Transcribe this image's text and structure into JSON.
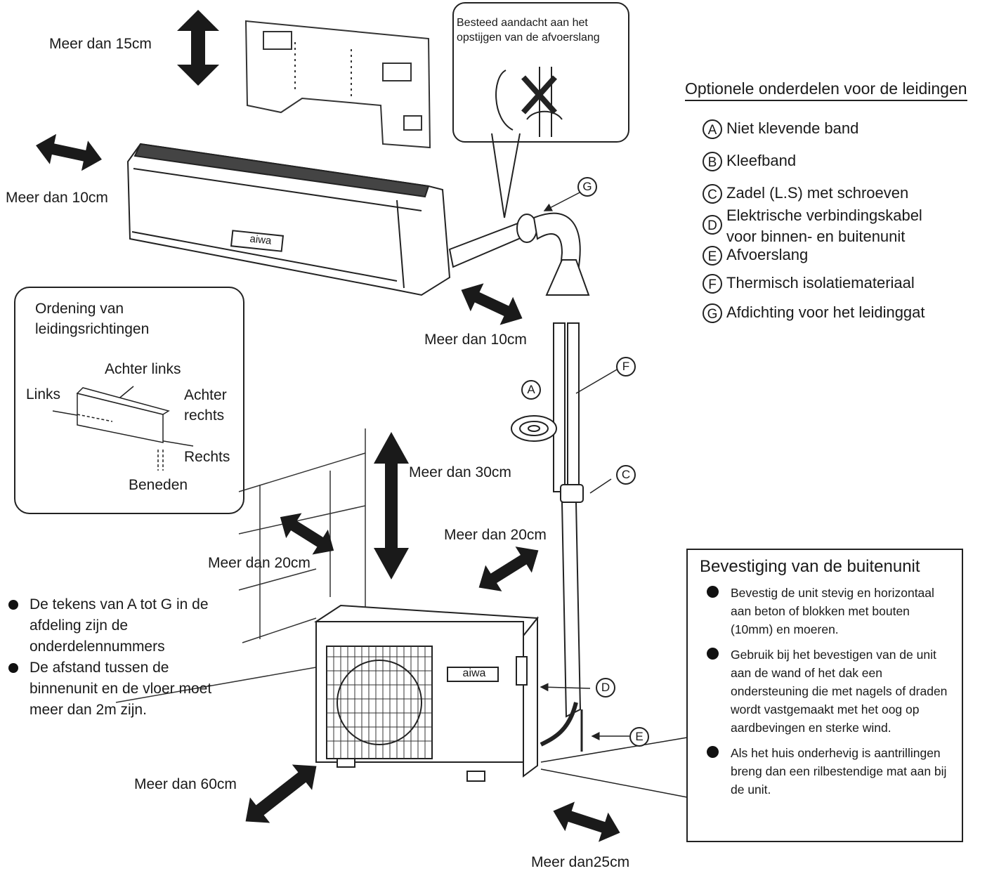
{
  "clearances": {
    "top": "Meer dan 15cm",
    "indoor_left": "Meer dan 10cm",
    "indoor_right": "Meer dan 10cm",
    "outdoor_top": "Meer dan 30cm",
    "outdoor_left": "Meer dan 20cm",
    "outdoor_right": "Meer dan 20cm",
    "outdoor_front": "Meer dan 60cm",
    "outdoor_back": "Meer dan25cm"
  },
  "callout": {
    "text": "Besteed aandacht aan het opstijgen van de afvoerslang"
  },
  "ordening": {
    "title": "Ordening van leidingsrichtingen",
    "achter_links": "Achter links",
    "links": "Links",
    "achter_rechts": "Achter rechts",
    "rechts": "Rechts",
    "beneden": "Beneden"
  },
  "parts": {
    "title": "Optionele onderdelen voor de leidingen",
    "items": [
      {
        "letter": "A",
        "label": "Niet klevende band"
      },
      {
        "letter": "B",
        "label": "Kleefband"
      },
      {
        "letter": "C",
        "label": "Zadel (L.S) met schroeven"
      },
      {
        "letter": "D",
        "label": "Elektrische verbindingskabel voor binnen- en buitenunit"
      },
      {
        "letter": "E",
        "label": "Afvoerslang"
      },
      {
        "letter": "F",
        "label": "Thermisch isolatiemateriaal"
      },
      {
        "letter": "G",
        "label": "Afdichting voor het leidinggat"
      }
    ]
  },
  "diagram_markers": {
    "A": "A",
    "C": "C",
    "D": "D",
    "E": "E",
    "F": "F",
    "G": "G"
  },
  "brand": "aiwa",
  "notes": [
    "De tekens van A tot G in de afdeling zijn de onderdelennummers",
    "De afstand tussen de binnenunit en de vloer moet meer dan 2m zijn."
  ],
  "bevestiging": {
    "title": "Bevestiging van de buitenunit",
    "items": [
      "Bevestig de unit stevig en horizontaal aan beton of blokken met bouten (10mm) en moeren.",
      "Gebruik bij het bevestigen van de unit aan de wand of het dak een ondersteuning die met nagels of draden wordt vastgemaakt met het oog op aardbevingen en sterke wind.",
      "Als het huis onderhevig is aantrillingen breng dan een rilbestendige mat aan bij de unit."
    ]
  }
}
